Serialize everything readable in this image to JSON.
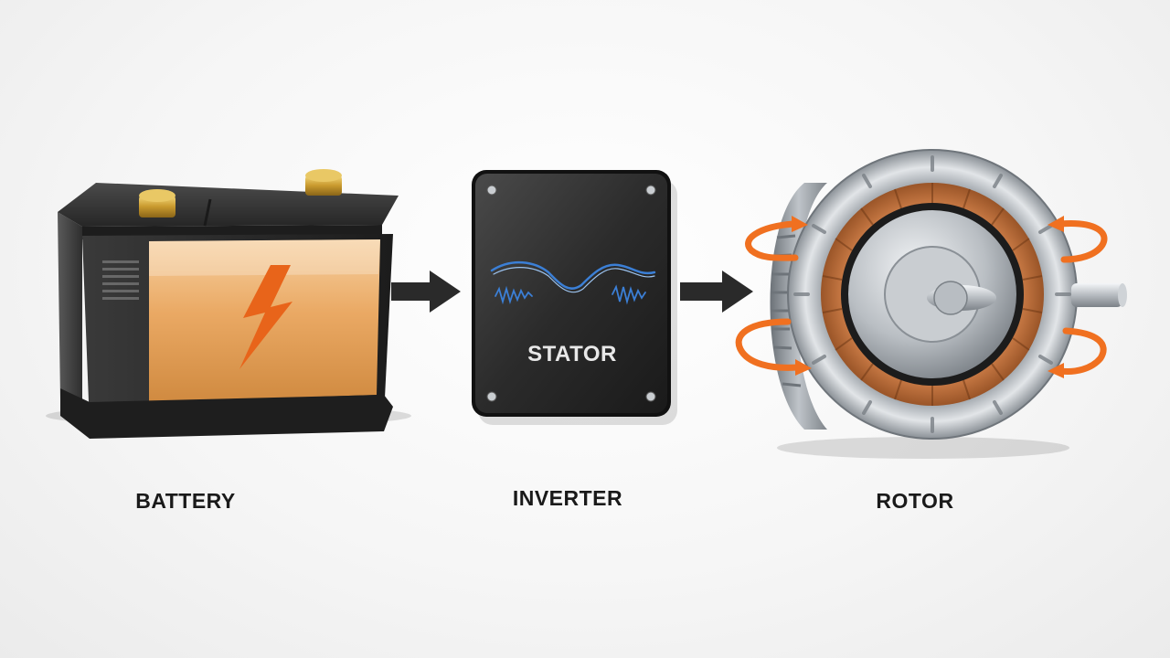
{
  "labels": {
    "battery": "BATTERY",
    "inverter": "INVERTER",
    "rotor": "ROTOR",
    "stator": "STATOR"
  },
  "colors": {
    "background": "#f4f4f4",
    "battery_case": "#2b2b2b",
    "battery_panel": "#e7a55e",
    "lightning_bolt": "#e8641a",
    "terminal_brass": "#c9a23a",
    "inverter_box": "#2a2a2a",
    "waveform": "#3b7fd6",
    "arrow": "#2a2a2a",
    "copper_winding": "#b86a35",
    "steel": "#c8ccd0",
    "rotation_arrow": "#f07020"
  },
  "icons": [
    "battery-icon",
    "lightning-bolt-icon",
    "arrow-right-icon",
    "inverter-icon",
    "waveform-icon",
    "motor-icon",
    "rotation-arrow-icon"
  ]
}
